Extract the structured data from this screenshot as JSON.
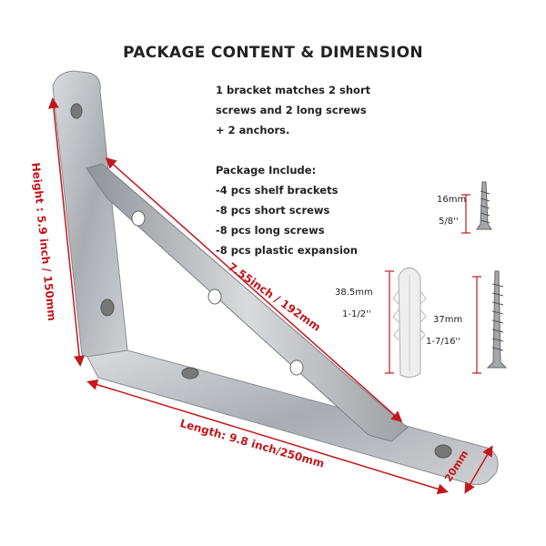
{
  "title": "PACKAGE CONTENT & DIMENSION",
  "intro": [
    "1 bracket matches  2 short",
    "screws and 2 long screws",
    "+ 2 anchors."
  ],
  "package": {
    "heading": "Package Include:",
    "items": [
      "-4 pcs shelf brackets",
      "-8 pcs short screws",
      "-8 pcs long screws",
      "-8 pcs plastic expansion"
    ]
  },
  "parts": {
    "short_screw": {
      "mm": "16mm",
      "inch": "5/8''"
    },
    "anchor": {
      "mm": "38.5mm",
      "inch": "1-1/2''"
    },
    "long_screw": {
      "mm": "37mm",
      "inch": "1-7/16''"
    }
  },
  "dimensions": {
    "height": "Height : 5.9 inch / 150mm",
    "diagonal": "7.55inch / 192mm",
    "length": "Length: 9.8 inch/250mm",
    "width": "20mm"
  },
  "colors": {
    "dimension_red": "#c4161c",
    "steel": "#b9bcc0"
  }
}
